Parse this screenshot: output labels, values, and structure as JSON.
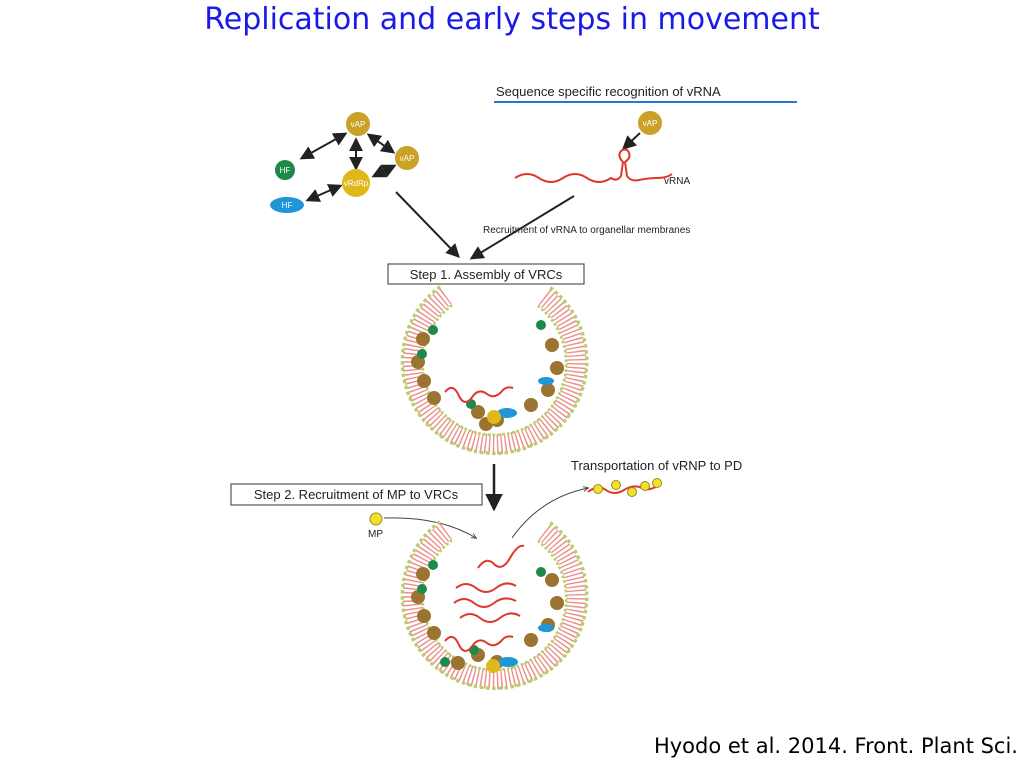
{
  "slide": {
    "title": "Replication and early steps in movement",
    "citation": "Hyodo et al. 2014. Front. Plant Sci."
  },
  "labels": {
    "sequence_recognition": "Sequence specific recognition of vRNA",
    "vrna": "vRNA",
    "recruitment_vrna": "Recruitment of vRNA to organellar membranes",
    "step1": "Step 1. Assembly of VRCs",
    "step2": "Step 2. Recruitment of MP to VRCs",
    "transport": "Transportation of vRNP to PD",
    "mp": "MP"
  },
  "nodes": {
    "vap": "vAP",
    "vrdrp": "vRdRp",
    "hf": "HF"
  },
  "colors": {
    "title": "#1a1ae6",
    "rule": "#2277dd",
    "vap": "#c9a227",
    "vrdrp": "#e0b81a",
    "hf_green": "#1e8a4a",
    "hf_blue": "#1e96d8",
    "rna": "#e2362b",
    "brown": "#9a7430",
    "membrane_head": "#b7cf6a",
    "membrane_tail": "#e9908a",
    "mp": "#f2e227"
  }
}
